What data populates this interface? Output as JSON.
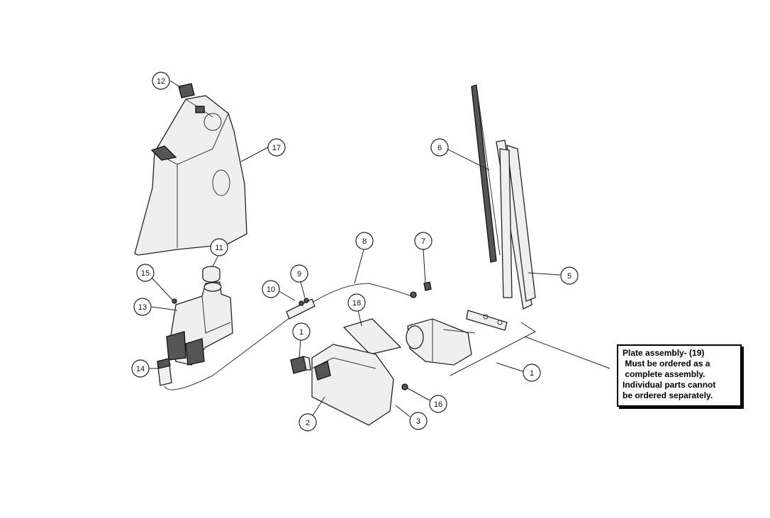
{
  "callouts": {
    "c1a": "1",
    "c1b": "1",
    "c2": "2",
    "c3": "3",
    "c5": "5",
    "c6": "6",
    "c7": "7",
    "c8": "8",
    "c9": "9",
    "c10": "10",
    "c11": "11",
    "c12": "12",
    "c13": "13",
    "c14": "14",
    "c15": "15",
    "c16": "16",
    "c17": "17",
    "c18": "18"
  },
  "note": {
    "line1": "Plate assembly- (19)",
    "line2": " Must be ordered as a",
    "line3": " complete assembly.",
    "line4": "Individual parts cannot",
    "line5": "be ordered separately."
  }
}
